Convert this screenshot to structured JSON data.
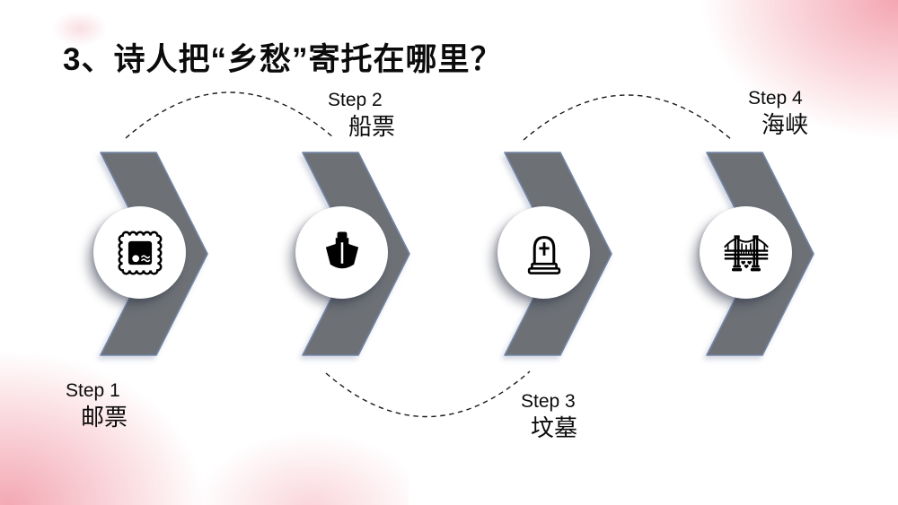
{
  "title": "3、诗人把“乡愁”寄托在哪里？",
  "steps": [
    {
      "label": "Step 1",
      "term": "邮票",
      "icon": "stamp-icon"
    },
    {
      "label": "Step 2",
      "term": "船票",
      "icon": "ship-icon"
    },
    {
      "label": "Step 3",
      "term": "坟墓",
      "icon": "tombstone-icon"
    },
    {
      "label": "Step 4",
      "term": "海峡",
      "icon": "bridge-icon"
    }
  ],
  "colors": {
    "chevron_fill": "#6d7176",
    "chevron_outline": "#7285a6",
    "icon_color": "#000000",
    "accent_pink": "#f4a6b2",
    "connector": "#1a1a1a"
  }
}
